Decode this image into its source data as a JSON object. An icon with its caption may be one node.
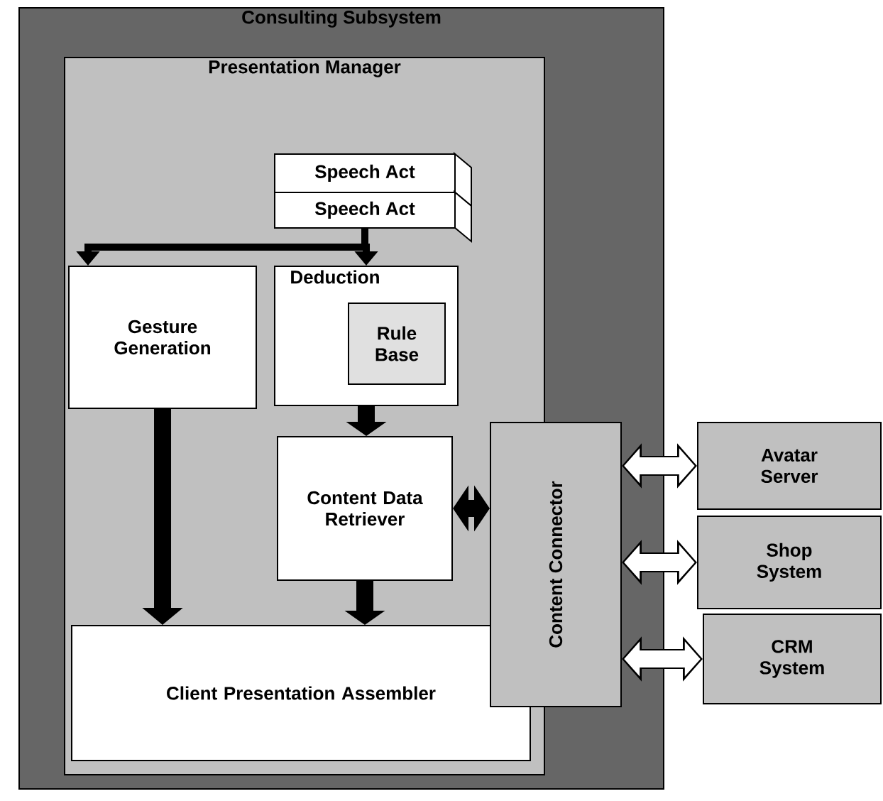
{
  "diagram": {
    "nodes": [
      {
        "text": [
          "Consulting Subsystem"
        ]
      },
      {
        "text": [
          "Presentation Manager"
        ],
        "in": 0
      },
      {
        "text": [
          "Speech Act"
        ],
        "in": 1
      },
      {
        "text": [
          "Speech Act"
        ],
        "in": 1
      },
      {
        "text": [
          "Gesture Generation"
        ],
        "in": 1
      },
      {
        "text": [
          "Deduction"
        ],
        "in": 1
      },
      {
        "text": [
          "Rule Base"
        ],
        "in": 5
      },
      {
        "text": [
          "Content Data Retriever"
        ],
        "in": 1
      },
      {
        "text": [
          "Client Presentation Assembler"
        ],
        "in": 1
      },
      {
        "text": [
          "Content Connector"
        ],
        "in": 0
      },
      {
        "text": [
          "Avatar Server"
        ]
      },
      {
        "text": [
          "Shop System"
        ]
      },
      {
        "text": [
          "CRM System"
        ]
      }
    ],
    "edges": [
      {
        "from": 3,
        "to": 4,
        "arrow": "to"
      },
      {
        "from": 3,
        "to": 5,
        "arrow": "to"
      },
      {
        "from": 5,
        "to": 7,
        "arrow": "to"
      },
      {
        "from": 4,
        "to": 8,
        "arrow": "to"
      },
      {
        "from": 7,
        "to": 8,
        "arrow": "to"
      },
      {
        "from": 7,
        "to": 9,
        "arrow": "both"
      },
      {
        "from": 9,
        "to": 10,
        "arrow": "both",
        "color": "#ffffff"
      },
      {
        "from": 9,
        "to": 11,
        "arrow": "both",
        "color": "#ffffff"
      },
      {
        "from": 9,
        "to": 12,
        "arrow": "both",
        "color": "#ffffff"
      }
    ]
  }
}
